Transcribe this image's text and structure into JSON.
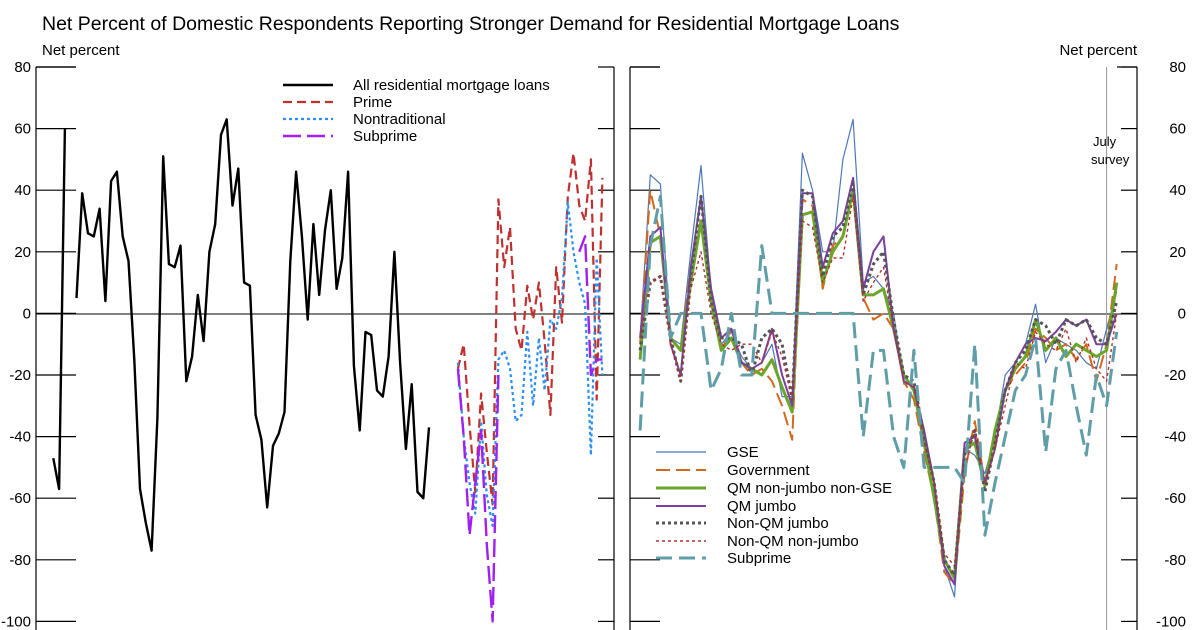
{
  "title": "Net Percent of Domestic Respondents Reporting Stronger Demand for Residential Mortgage Loans",
  "left_unit": "Net percent",
  "right_unit": "Net percent",
  "annotation": [
    "July",
    "survey"
  ],
  "colors": {
    "all": "#000000",
    "prime": "#c0302e",
    "nontraditional": "#2b8ff0",
    "subprime_left": "#a020f0",
    "gse": "#4c78b8",
    "government": "#d2691e",
    "qm_nonjumbo_nongse": "#6aa62a",
    "qm_jumbo": "#7a3fa0",
    "nonqm_jumbo": "#555555",
    "nonqm_nonjumbo": "#b03030",
    "subprime_right": "#5f9ea8"
  },
  "chart_data": [
    {
      "type": "line",
      "panel": "left",
      "xlim": [
        0,
        100
      ],
      "ylim": [
        -100,
        80
      ],
      "yticks": [
        "80",
        "60",
        "40",
        "20",
        "0",
        "-20",
        "-40",
        "-60",
        "-80",
        "-100"
      ],
      "series": [
        {
          "name": "All residential mortgage loans",
          "x": [
            3,
            4,
            5,
            6,
            7,
            8,
            9,
            10,
            11,
            12,
            13,
            14,
            15,
            16,
            17,
            18,
            19,
            20,
            21,
            22,
            23,
            24,
            25,
            26,
            27,
            28,
            29,
            30,
            31,
            32,
            33,
            34,
            35,
            36,
            37,
            38,
            39,
            40,
            41,
            42,
            43,
            44,
            45,
            46,
            47,
            48,
            49,
            50,
            51,
            52,
            53,
            54,
            55,
            56,
            57,
            58,
            59,
            60,
            61,
            62,
            63,
            64,
            65,
            66,
            67,
            68,
            69
          ],
          "y": [
            -47,
            -57,
            60,
            null,
            5,
            39,
            26,
            25,
            34,
            4,
            43,
            46,
            25,
            17,
            -15,
            -57,
            -68,
            -77,
            -34,
            51,
            16,
            15,
            22,
            -22,
            -14,
            6,
            -9,
            20,
            29,
            58,
            63,
            35,
            47,
            10,
            9,
            -33,
            -41,
            -63,
            -43,
            -39,
            -32,
            17,
            46,
            25,
            -2,
            29,
            6,
            27,
            40,
            8,
            18,
            46,
            -17,
            -38,
            -6,
            -7,
            -25,
            -27,
            -14,
            20,
            -16,
            -44,
            -23,
            -58,
            -60,
            -37,
            null
          ]
        },
        {
          "name": "Prime",
          "x": [
            73,
            74,
            75,
            76,
            77,
            78,
            79,
            80,
            81,
            82,
            83,
            84,
            85,
            86,
            87,
            88,
            89,
            90,
            91,
            92,
            93,
            94,
            95,
            96,
            97,
            98
          ],
          "y": [
            -18,
            -10,
            -36,
            -58,
            -26,
            -45,
            -62,
            37,
            15,
            28,
            -5,
            -12,
            9,
            -2,
            10,
            -9,
            -33,
            15,
            -3,
            38,
            52,
            35,
            30,
            50,
            -28,
            44
          ]
        },
        {
          "name": "Nontraditional",
          "x": [
            73,
            74,
            75,
            76,
            77,
            78,
            79,
            80,
            81,
            82,
            83,
            84,
            85,
            86,
            87,
            88,
            89,
            90,
            91,
            92,
            93,
            94,
            95,
            96,
            97,
            98
          ],
          "y": [
            -16,
            -40,
            -55,
            -65,
            -35,
            -59,
            -69,
            -15,
            -12,
            -18,
            -35,
            -33,
            -6,
            -30,
            -8,
            -25,
            -2,
            -5,
            5,
            36,
            20,
            10,
            3,
            -46,
            18,
            -20
          ]
        },
        {
          "name": "Subprime",
          "x": [
            73,
            74,
            75,
            76,
            77,
            78,
            79,
            80,
            81,
            82,
            83,
            84,
            85,
            86,
            87,
            88,
            89,
            90,
            91,
            92,
            93,
            94,
            95,
            96,
            97,
            98
          ],
          "y": [
            -18,
            -40,
            -72,
            -55,
            -38,
            -75,
            -100,
            -20,
            null,
            null,
            null,
            null,
            null,
            null,
            null,
            null,
            null,
            null,
            null,
            null,
            null,
            20,
            25,
            -20,
            -15,
            -15
          ]
        }
      ]
    },
    {
      "type": "line",
      "panel": "right",
      "xlim": [
        0,
        50
      ],
      "ylim": [
        -100,
        80
      ],
      "yticks": [
        "80",
        "60",
        "40",
        "20",
        "0",
        "-20",
        "-40",
        "-60",
        "-80",
        "-100"
      ],
      "vline_x": 47,
      "series": [
        {
          "name": "GSE",
          "x": [
            1,
            2,
            3,
            4,
            5,
            6,
            7,
            8,
            9,
            10,
            11,
            12,
            13,
            14,
            15,
            16,
            17,
            18,
            19,
            20,
            21,
            22,
            23,
            24,
            25,
            26,
            27,
            28,
            29,
            30,
            31,
            32,
            33,
            34,
            35,
            36,
            37,
            38,
            39,
            40,
            41,
            42,
            43,
            44,
            45,
            46,
            47,
            48
          ],
          "y": [
            -8,
            45,
            42,
            -8,
            -10,
            20,
            48,
            7,
            -10,
            -6,
            -14,
            -18,
            -16,
            -10,
            -27,
            -27,
            52,
            40,
            20,
            20,
            50,
            63,
            10,
            12,
            8,
            0,
            -23,
            -23,
            -40,
            -55,
            -82,
            -92,
            -44,
            -46,
            -52,
            -40,
            -20,
            -16,
            -10,
            3,
            -16,
            -8,
            -10,
            -12,
            -16,
            -18,
            -5,
            7
          ]
        },
        {
          "name": "Government",
          "x": [
            1,
            2,
            3,
            4,
            5,
            6,
            7,
            8,
            9,
            10,
            11,
            12,
            13,
            14,
            15,
            16,
            17,
            18,
            19,
            20,
            21,
            22,
            23,
            24,
            25,
            26,
            27,
            28,
            29,
            30,
            31,
            32,
            33,
            34,
            35,
            36,
            37,
            38,
            39,
            40,
            41,
            42,
            43,
            44,
            45,
            46,
            47,
            48
          ],
          "y": [
            -10,
            40,
            25,
            -10,
            -12,
            15,
            30,
            5,
            -12,
            -5,
            -16,
            -20,
            -18,
            -22,
            -30,
            -41,
            37,
            35,
            8,
            22,
            25,
            40,
            5,
            -2,
            0,
            -5,
            -22,
            -28,
            -45,
            -60,
            -84,
            -88,
            -52,
            -35,
            -55,
            -42,
            -25,
            -20,
            -16,
            -5,
            -8,
            -12,
            -10,
            -15,
            -10,
            -22,
            -10,
            16
          ]
        },
        {
          "name": "QM non-jumbo non-GSE",
          "x": [
            1,
            2,
            3,
            4,
            5,
            6,
            7,
            8,
            9,
            10,
            11,
            12,
            13,
            14,
            15,
            16,
            17,
            18,
            19,
            20,
            21,
            22,
            23,
            24,
            25,
            26,
            27,
            28,
            29,
            30,
            31,
            32,
            33,
            34,
            35,
            36,
            37,
            38,
            39,
            40,
            41,
            42,
            43,
            44,
            45,
            46,
            47,
            48
          ],
          "y": [
            -15,
            23,
            25,
            -8,
            -12,
            10,
            30,
            4,
            -12,
            -8,
            -16,
            -18,
            -20,
            -15,
            -24,
            -32,
            32,
            33,
            10,
            20,
            25,
            40,
            6,
            6,
            8,
            -5,
            -20,
            -25,
            -42,
            -60,
            -80,
            -86,
            -44,
            -42,
            -56,
            -38,
            -25,
            -18,
            -14,
            -2,
            -12,
            -8,
            -14,
            -10,
            -12,
            -14,
            -12,
            10
          ]
        },
        {
          "name": "QM jumbo",
          "x": [
            1,
            2,
            3,
            4,
            5,
            6,
            7,
            8,
            9,
            10,
            11,
            12,
            13,
            14,
            15,
            16,
            17,
            18,
            19,
            20,
            21,
            22,
            23,
            24,
            25,
            26,
            27,
            28,
            29,
            30,
            31,
            32,
            33,
            34,
            35,
            36,
            37,
            38,
            39,
            40,
            41,
            42,
            43,
            44,
            45,
            46,
            47,
            48
          ],
          "y": [
            -8,
            25,
            28,
            -10,
            -20,
            15,
            38,
            8,
            -8,
            -5,
            -16,
            -18,
            -16,
            -5,
            -20,
            -30,
            39,
            39,
            15,
            26,
            30,
            44,
            8,
            20,
            25,
            -5,
            -22,
            -24,
            -38,
            -55,
            -82,
            -88,
            -42,
            -40,
            -55,
            -44,
            -25,
            -16,
            -10,
            -8,
            -9,
            -6,
            -2,
            -4,
            -2,
            -10,
            -10,
            0
          ]
        },
        {
          "name": "Non-QM jumbo",
          "x": [
            1,
            2,
            3,
            4,
            5,
            6,
            7,
            8,
            9,
            10,
            11,
            12,
            13,
            14,
            15,
            16,
            17,
            18,
            19,
            20,
            21,
            22,
            23,
            24,
            25,
            26,
            27,
            28,
            29,
            30,
            31,
            32,
            33,
            34,
            35,
            36,
            37,
            38,
            39,
            40,
            41,
            42,
            43,
            44,
            45,
            46,
            47,
            48
          ],
          "y": [
            -12,
            10,
            12,
            -8,
            -22,
            12,
            38,
            4,
            -8,
            -8,
            -10,
            -20,
            -8,
            -5,
            -10,
            -28,
            40,
            38,
            12,
            25,
            28,
            42,
            6,
            16,
            20,
            -2,
            -20,
            -22,
            -40,
            -55,
            -80,
            -85,
            -46,
            -38,
            -58,
            -42,
            -25,
            -16,
            -12,
            -2,
            -4,
            -10,
            -2,
            -4,
            -2,
            -8,
            -10,
            4
          ]
        },
        {
          "name": "Non-QM non-jumbo",
          "x": [
            1,
            2,
            3,
            4,
            5,
            6,
            7,
            8,
            9,
            10,
            11,
            12,
            13,
            14,
            15,
            16,
            17,
            18,
            19,
            20,
            21,
            22,
            23,
            24,
            25,
            26,
            27,
            28,
            29,
            30,
            31,
            32,
            33,
            34,
            35,
            36,
            37,
            38,
            39,
            40,
            41,
            42,
            43,
            44,
            45,
            46,
            47,
            48
          ],
          "y": [
            -8,
            10,
            12,
            -10,
            -22,
            8,
            20,
            0,
            -10,
            -12,
            -10,
            -10,
            -16,
            -6,
            -14,
            -28,
            30,
            28,
            10,
            18,
            18,
            38,
            4,
            10,
            15,
            -5,
            -22,
            -24,
            -42,
            -55,
            -78,
            -82,
            -50,
            -38,
            -55,
            -44,
            -30,
            -16,
            -18,
            -6,
            -10,
            -12,
            -5,
            -16,
            -8,
            -18,
            -22,
            0
          ]
        },
        {
          "name": "Subprime",
          "x": [
            1,
            2,
            3,
            4,
            5,
            6,
            7,
            8,
            9,
            10,
            11,
            12,
            13,
            14,
            15,
            16,
            17,
            18,
            19,
            20,
            21,
            22,
            23,
            24,
            25,
            26,
            27,
            28,
            29,
            30,
            31,
            32,
            33,
            34,
            35,
            36,
            37,
            38,
            39,
            40,
            41,
            42,
            43,
            44,
            45,
            46,
            47,
            48
          ],
          "y": [
            -38,
            22,
            38,
            -8,
            0,
            0,
            0,
            -25,
            -18,
            0,
            -20,
            -20,
            22,
            0,
            0,
            0,
            0,
            0,
            0,
            0,
            0,
            0,
            -40,
            -12,
            -12,
            -40,
            -50,
            -12,
            -50,
            -50,
            -50,
            -50,
            -55,
            -10,
            -72,
            -55,
            -40,
            -25,
            -20,
            -8,
            -45,
            -18,
            -12,
            -30,
            -46,
            -20,
            -30,
            -6
          ]
        }
      ]
    }
  ]
}
